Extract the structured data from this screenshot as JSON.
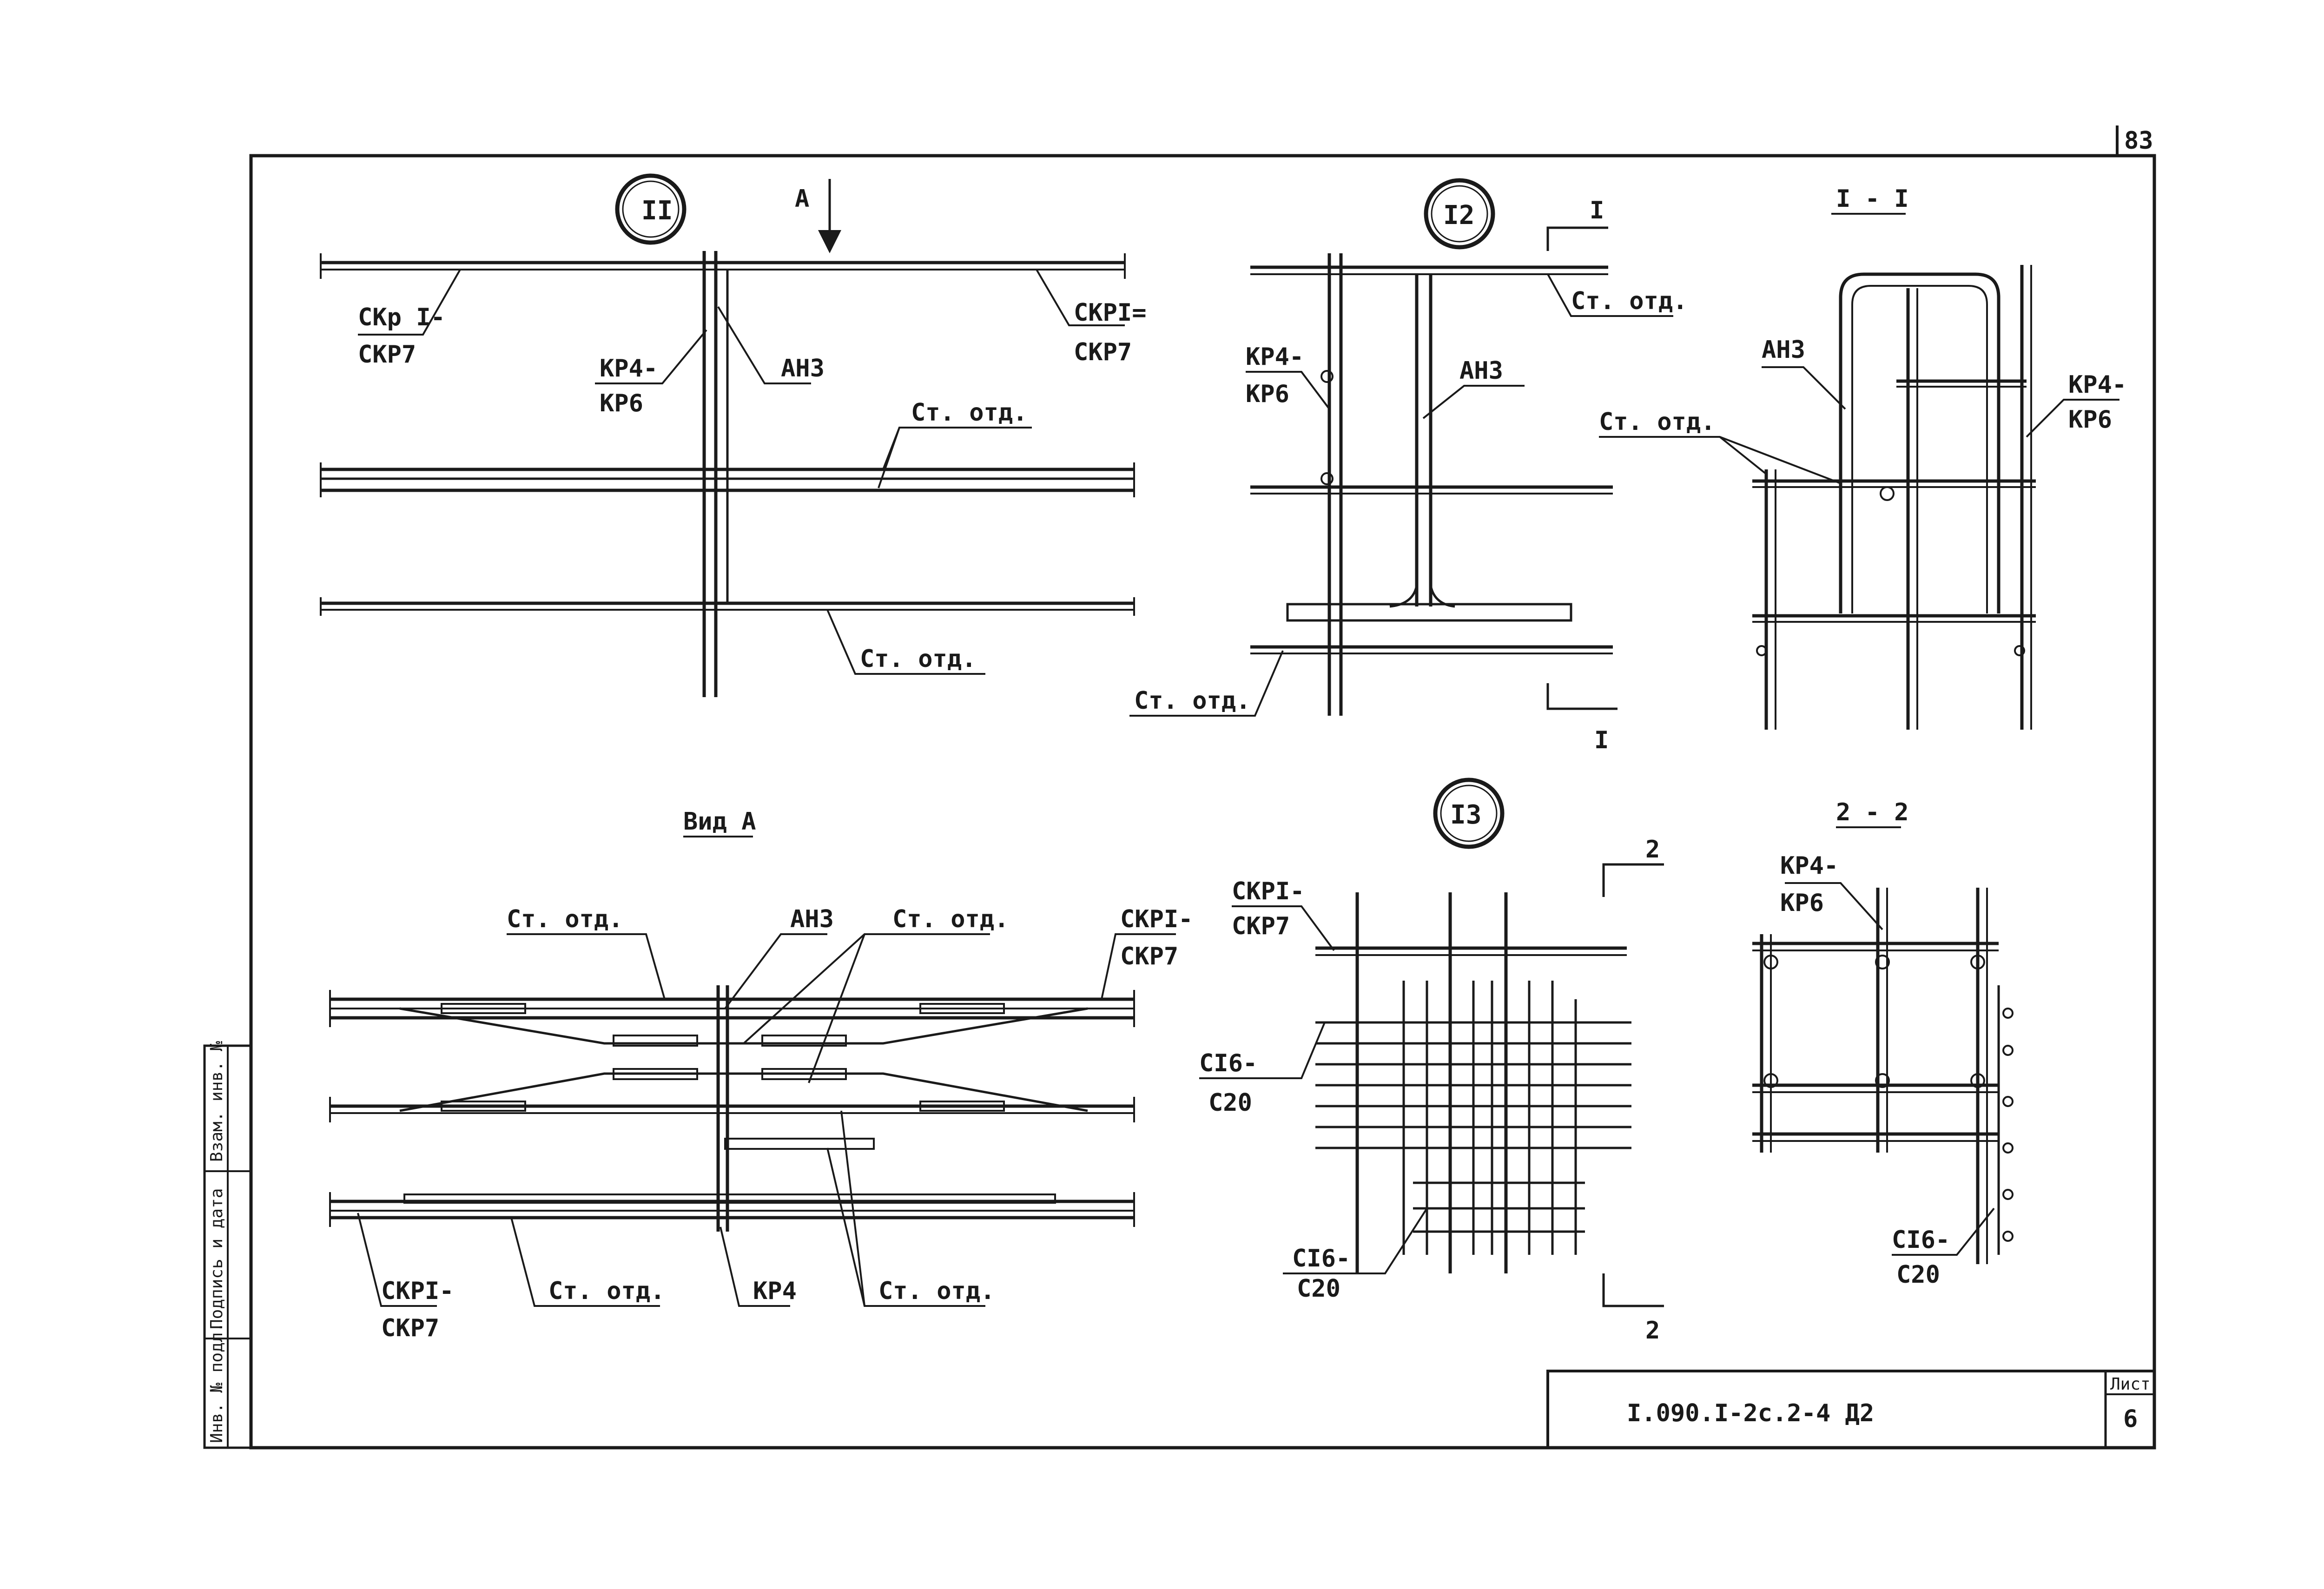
{
  "page_number": "83",
  "sheet": {
    "code": "I.090.I-2c.2-4 Д2",
    "sheet_label": "Лист",
    "sheet_number": "6"
  },
  "side_stamp": {
    "inv_no": "Инв. № подл.",
    "sign_date": "Подпись и дата",
    "vzam_inv": "Взам. инв. №"
  },
  "callouts": {
    "c11": "II",
    "c12": "I2",
    "c13": "I3"
  },
  "views": {
    "view_a_arrow": "A",
    "vid_a_title": "Вид А",
    "sec1_title": "I - I",
    "sec1_mark_top": "I",
    "sec1_mark_bottom": "I",
    "sec2_title": "2 - 2",
    "sec2_mark_top": "2",
    "sec2_mark_bottom": "2"
  },
  "labels": {
    "n11_ckr_top": "СКр I-",
    "n11_ckr_bot": "СКР7",
    "n11_ckr_r_top": "СКРI=",
    "n11_ckr_r_bot": "СКР7",
    "n11_kp_top": "КР4-",
    "n11_kp_bot": "КР6",
    "n11_ah3": "АН3",
    "n11_st1": "Ст. отд.",
    "n11_st2": "Ст. отд.",
    "n12_st_top": "Ст. отд.",
    "n12_kp_top": "КР4-",
    "n12_kp_bot": "КР6",
    "n12_ah3": "АН3",
    "n12_st_bot": "Ст. отд.",
    "s1_ah3": "АН3",
    "s1_st": "Ст. отд.",
    "s1_kp_top": "КР4-",
    "s1_kp_bot": "КР6",
    "va_st_tl": "Ст. отд.",
    "va_ah3": "АН3",
    "va_st_tc": "Ст. отд.",
    "va_ckr_r_top": "СКРI-",
    "va_ckr_r_bot": "СКР7",
    "va_ckr_l_top": "СКРI-",
    "va_ckr_l_bot": "СКР7",
    "va_st_b1": "Ст. отд.",
    "va_kp4": "КР4",
    "va_st_b2": "Ст. отд.",
    "n13_ckr_top": "СКРI-",
    "n13_ckr_bot": "СКР7",
    "n13_c16a_top": "СI6-",
    "n13_c16a_bot": "С20",
    "n13_c16b_top": "СI6-",
    "n13_c16b_bot": "С20",
    "s2_kp_top": "КР4-",
    "s2_kp_bot": "КР6",
    "s2_c16_top": "СI6-",
    "s2_c16_bot": "С20"
  }
}
